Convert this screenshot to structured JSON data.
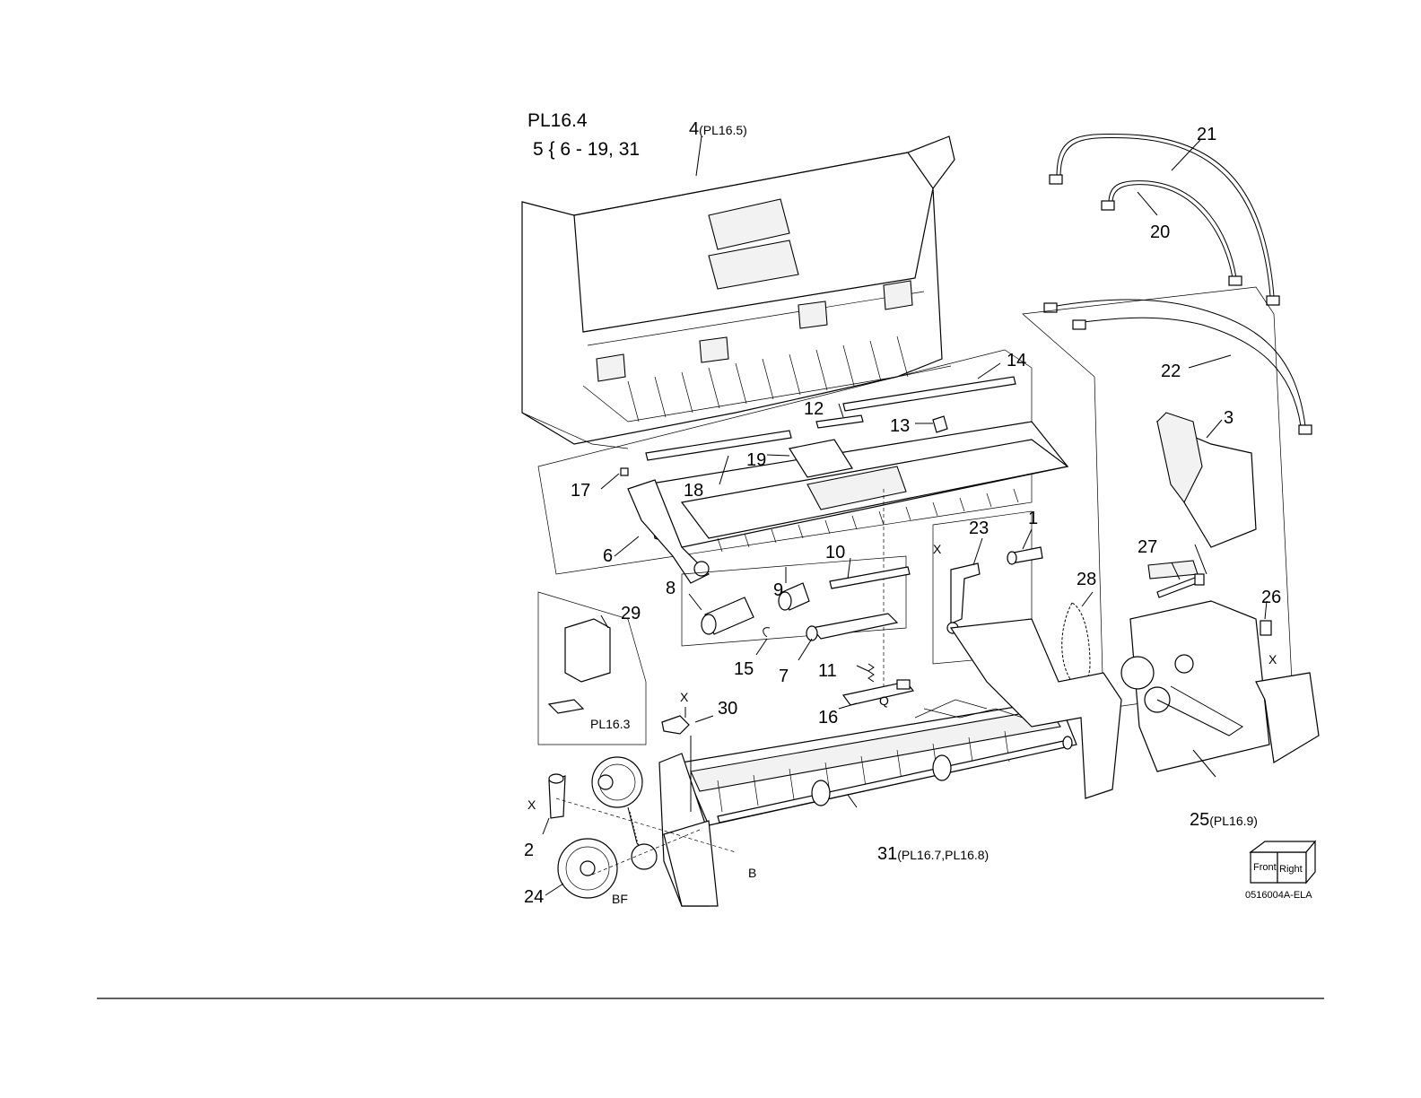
{
  "header": {
    "plate": "PL16.4",
    "assembly": "5 { 6 - 19, 31"
  },
  "callouts": [
    {
      "id": "c4",
      "num": "4",
      "ref": "(PL16.5)"
    },
    {
      "id": "c21",
      "num": "21",
      "ref": ""
    },
    {
      "id": "c20",
      "num": "20",
      "ref": ""
    },
    {
      "id": "c14",
      "num": "14",
      "ref": ""
    },
    {
      "id": "c22",
      "num": "22",
      "ref": ""
    },
    {
      "id": "c12",
      "num": "12",
      "ref": ""
    },
    {
      "id": "c13",
      "num": "13",
      "ref": ""
    },
    {
      "id": "c3",
      "num": "3",
      "ref": ""
    },
    {
      "id": "c19",
      "num": "19",
      "ref": ""
    },
    {
      "id": "c18",
      "num": "18",
      "ref": ""
    },
    {
      "id": "c17",
      "num": "17",
      "ref": ""
    },
    {
      "id": "c23",
      "num": "23",
      "ref": ""
    },
    {
      "id": "c1",
      "num": "1",
      "ref": ""
    },
    {
      "id": "c6",
      "num": "6",
      "ref": ""
    },
    {
      "id": "c10",
      "num": "10",
      "ref": ""
    },
    {
      "id": "c27",
      "num": "27",
      "ref": ""
    },
    {
      "id": "c9",
      "num": "9",
      "ref": ""
    },
    {
      "id": "c28",
      "num": "28",
      "ref": ""
    },
    {
      "id": "c8",
      "num": "8",
      "ref": ""
    },
    {
      "id": "c29",
      "num": "29",
      "ref": ""
    },
    {
      "id": "c26",
      "num": "26",
      "ref": ""
    },
    {
      "id": "c15",
      "num": "15",
      "ref": ""
    },
    {
      "id": "c7",
      "num": "7",
      "ref": ""
    },
    {
      "id": "c11",
      "num": "11",
      "ref": ""
    },
    {
      "id": "c16",
      "num": "16",
      "ref": ""
    },
    {
      "id": "c30",
      "num": "30",
      "ref": ""
    },
    {
      "id": "c25",
      "num": "25",
      "ref": "(PL16.9)"
    },
    {
      "id": "c2",
      "num": "2",
      "ref": ""
    },
    {
      "id": "c31",
      "num": "31",
      "ref": "(PL16.7,PL16.8)"
    },
    {
      "id": "c24",
      "num": "24",
      "ref": ""
    }
  ],
  "markers": {
    "x_top": "X",
    "x_right": "X",
    "x_left": "X",
    "x_bottom": "X",
    "q": "Q",
    "b": "B",
    "bf": "BF",
    "pl163": "PL16.3"
  },
  "orientation": {
    "front": "Front",
    "right": "Right"
  },
  "drawing_code": "0516004A-ELA"
}
